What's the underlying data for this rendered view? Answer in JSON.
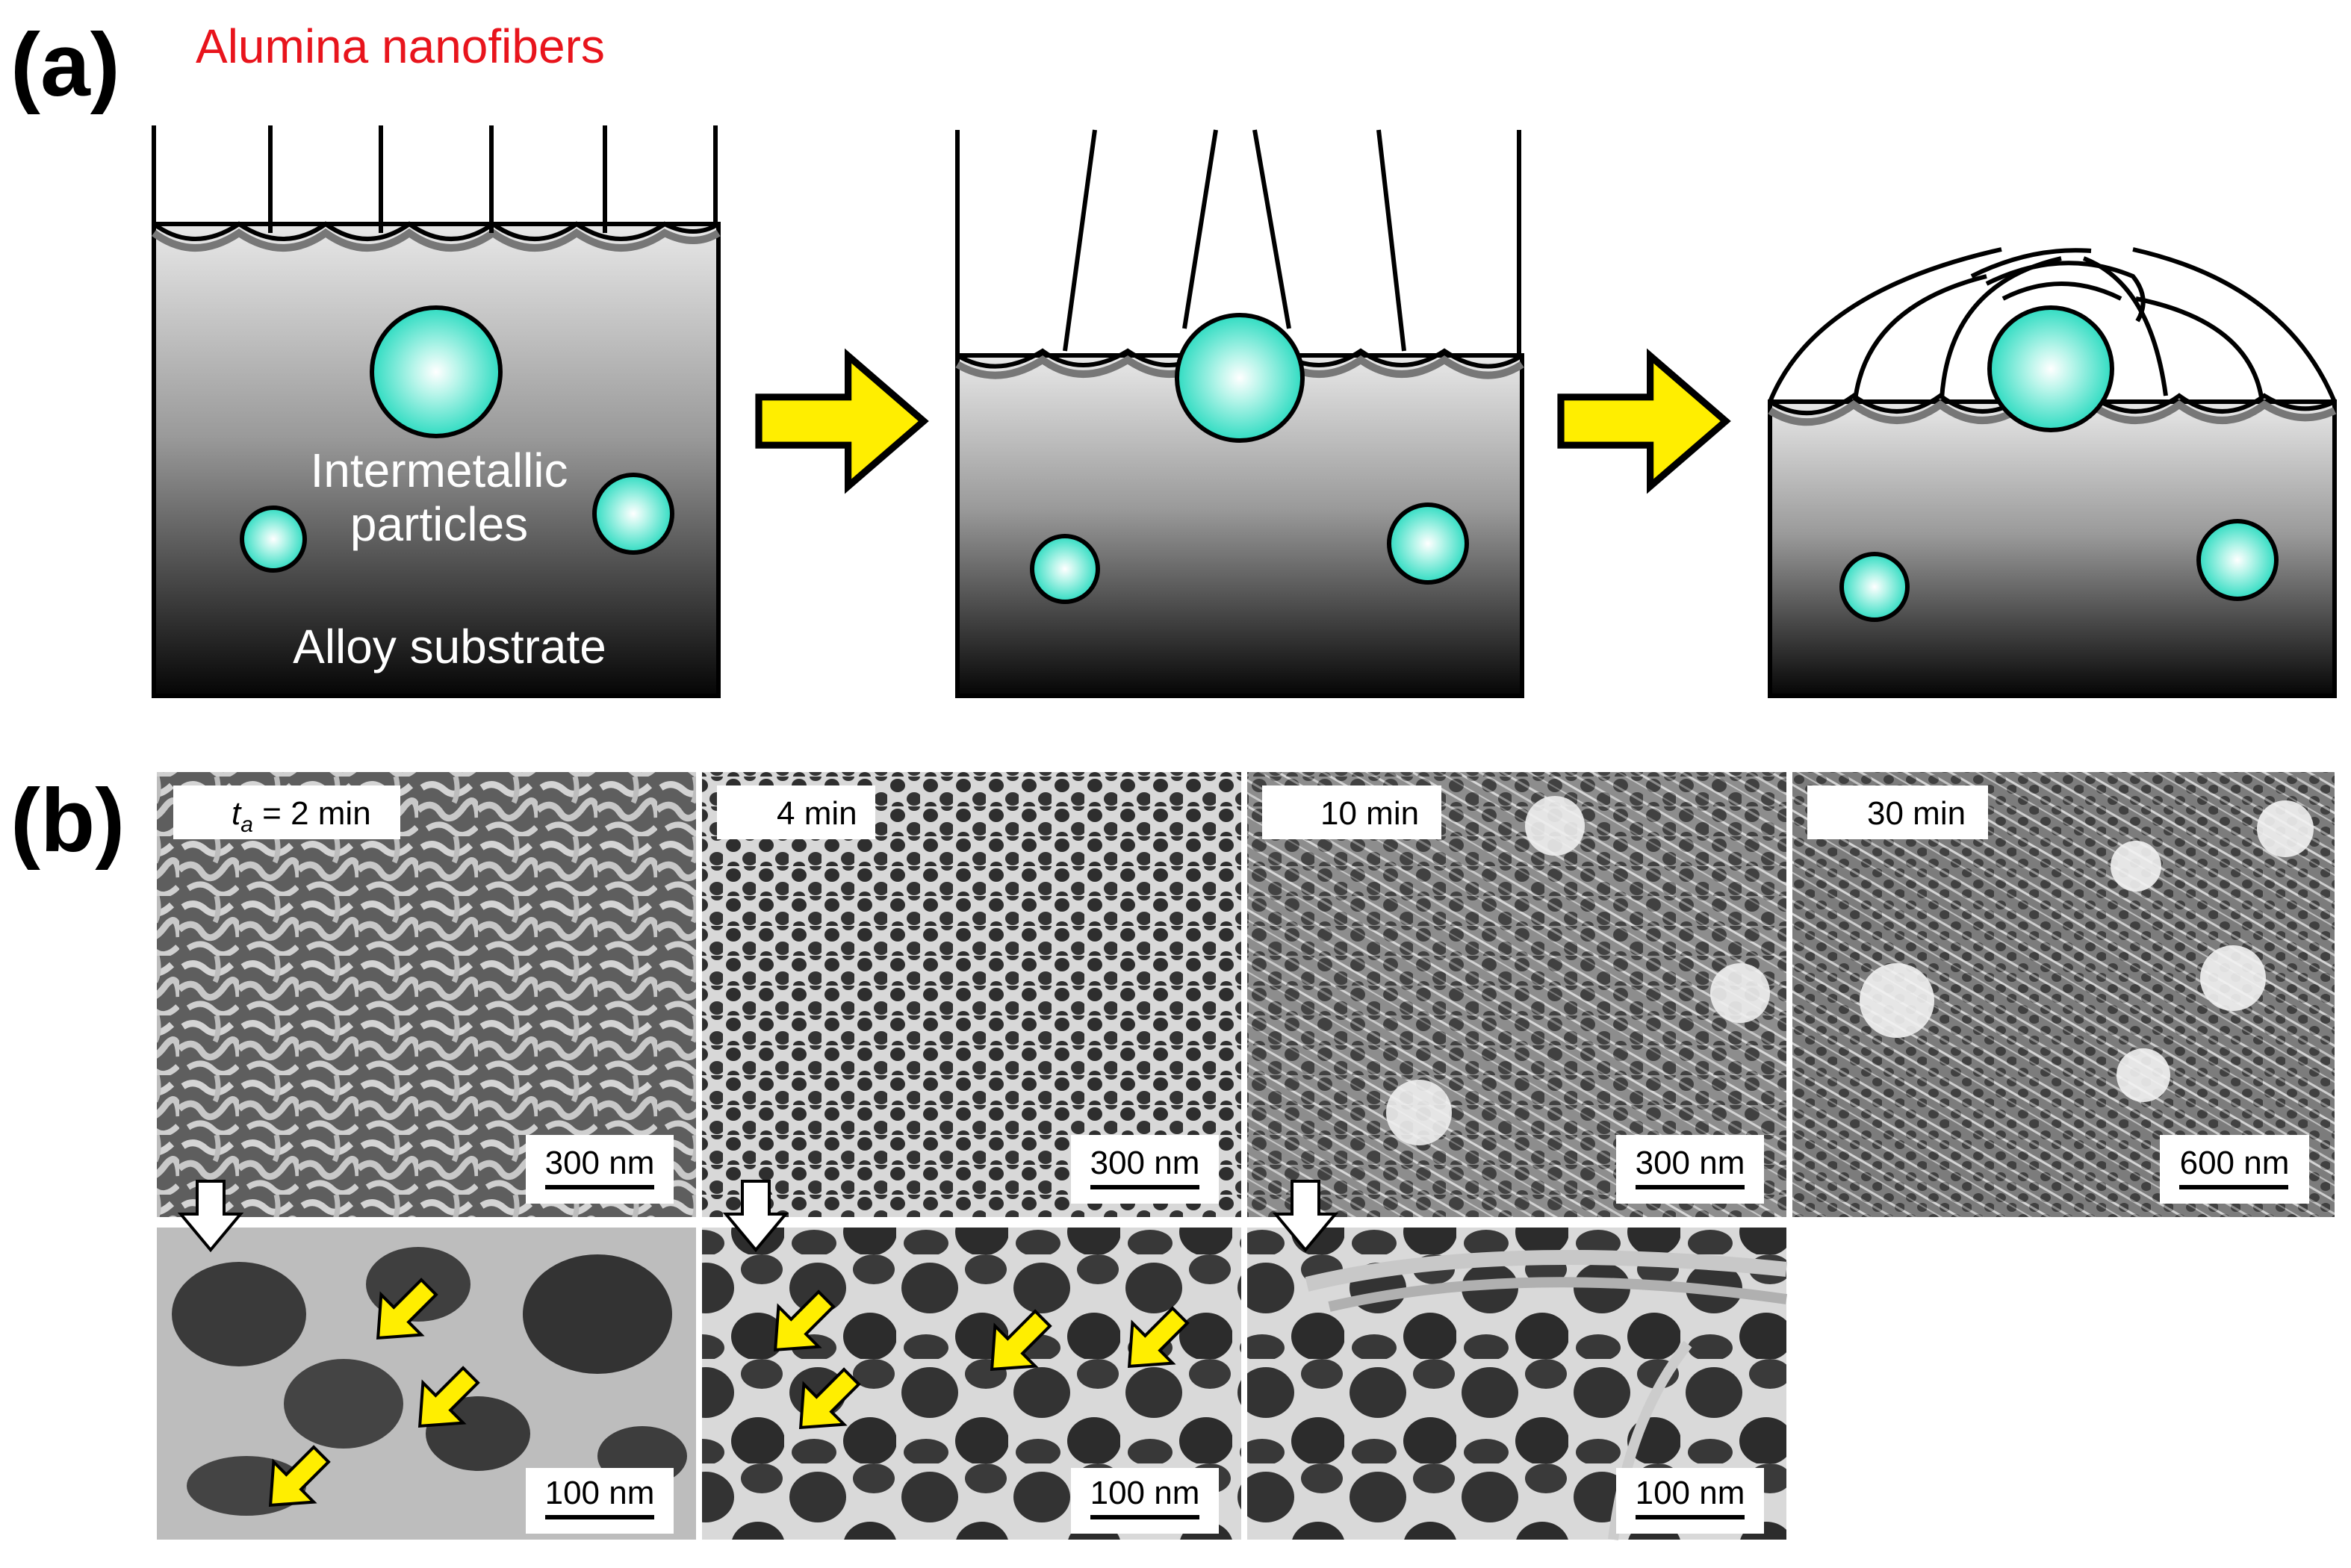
{
  "panel_a": {
    "letter": "(a)",
    "title": "Alumina nanofibers",
    "label_particles_line1": "Intermetallic",
    "label_particles_line2": "particles",
    "label_substrate": "Alloy substrate"
  },
  "panel_b": {
    "letter": "(b)",
    "time_symbol": "t",
    "time_subscript": "a",
    "time_first_value": " = 2 min",
    "images_top": [
      {
        "time": "t_a = 2 min",
        "scale": "300 nm"
      },
      {
        "time": "4 min",
        "scale": "300 nm"
      },
      {
        "time": "10 min",
        "scale": "300 nm"
      },
      {
        "time": "30 min",
        "scale": "600 nm"
      }
    ],
    "images_bottom": [
      {
        "scale": "100 nm"
      },
      {
        "scale": "100 nm"
      },
      {
        "scale": "100 nm"
      }
    ]
  },
  "colors": {
    "title_red": "#e8141c",
    "arrow_yellow": "#ffee00",
    "particle_cyan": "#3fe0c8",
    "substrate_top": "#e6e6e6",
    "substrate_bottom": "#050505"
  }
}
